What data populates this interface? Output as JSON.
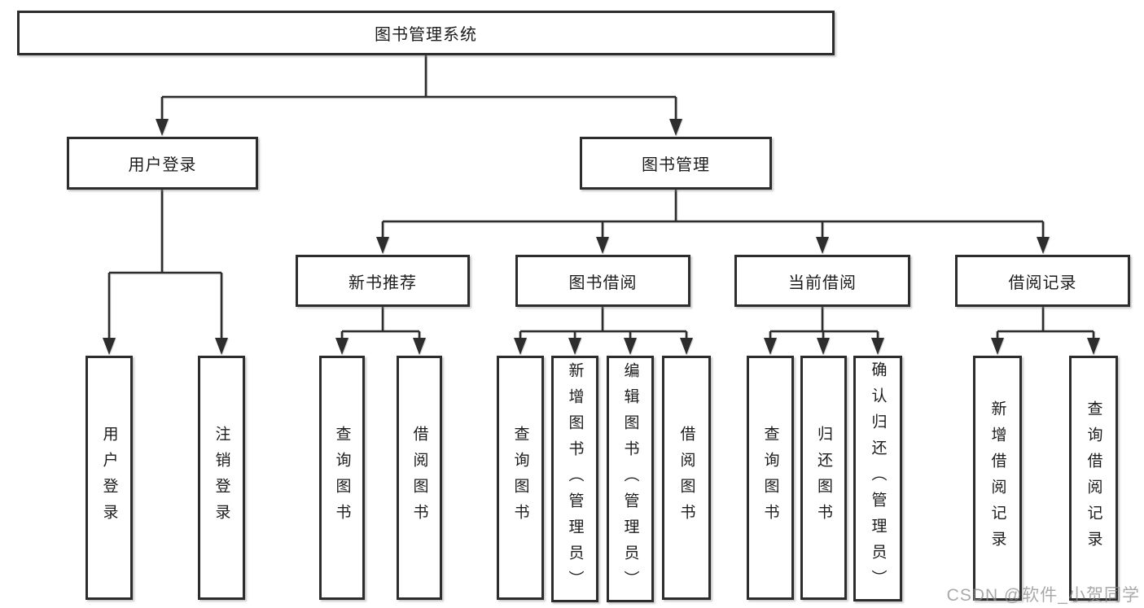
{
  "diagram": {
    "root": {
      "label": "图书管理系统"
    },
    "level2": [
      {
        "label": "用户登录"
      },
      {
        "label": "图书管理"
      }
    ],
    "level3": [
      {
        "label": "新书推荐"
      },
      {
        "label": "图书借阅"
      },
      {
        "label": "当前借阅"
      },
      {
        "label": "借阅记录"
      }
    ],
    "leaves": {
      "user_login": [
        {
          "label": "用户登录"
        },
        {
          "label": "注销登录"
        }
      ],
      "new_book_recommend": [
        {
          "label": "查询图书"
        },
        {
          "label": "借阅图书"
        }
      ],
      "book_borrow": [
        {
          "label": "查询图书"
        },
        {
          "label": "新增图书（管理员）"
        },
        {
          "label": "编辑图书（管理员）"
        },
        {
          "label": "借阅图书"
        }
      ],
      "current_borrow": [
        {
          "label": "查询图书"
        },
        {
          "label": "归还图书"
        },
        {
          "label": "确认归还（管理员）"
        }
      ],
      "borrow_records": [
        {
          "label": "新增借阅记录"
        },
        {
          "label": "查询借阅记录"
        }
      ]
    },
    "watermark": "CSDN @软件_小贺同学",
    "colors": {
      "line": "#2d2d2d",
      "box_border": "#2d2d2d",
      "text": "#1c1c1c",
      "watermark": "#8c8c8c",
      "background": "#ffffff"
    }
  }
}
